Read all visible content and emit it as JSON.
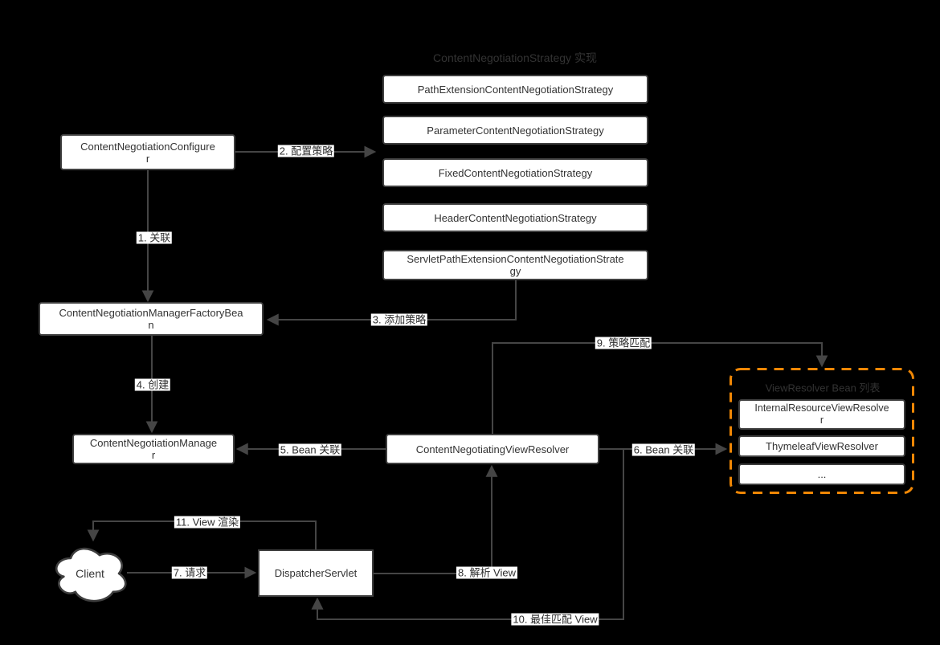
{
  "colors": {
    "background": "#000000",
    "stroke": "#454545",
    "box_border": "#3f3f3f",
    "box_fill": "#ffffff",
    "box_text": "#333333",
    "label_bg": "#ffffff",
    "label_text": "#2e2e2e",
    "group_title": "#333333",
    "orange": "#f08705"
  },
  "strategy_group": {
    "title": "ContentNegotiationStrategy 实现",
    "items": [
      "PathExtensionContentNegotiationStrategy",
      "ParameterContentNegotiationStrategy",
      "FixedContentNegotiationStrategy",
      "HeaderContentNegotiationStrategy",
      "ServletPathExtensionContentNegotiationStrate\ngy"
    ]
  },
  "nodes": {
    "configurer": "ContentNegotiationConfigure\nr",
    "factory_bean": "ContentNegotiationManagerFactoryBea\nn",
    "manager": "ContentNegotiationManage\nr",
    "negotiating_view_resolver": "ContentNegotiatingViewResolver",
    "dispatcher_servlet": "DispatcherServlet",
    "client": "Client"
  },
  "viewresolver_group": {
    "title": "ViewResolver Bean 列表",
    "items": [
      "InternalResourceViewResolve\nr",
      "ThymeleafViewResolver",
      "..."
    ]
  },
  "edge_labels": {
    "e1": "1. 关联",
    "e2": "2. 配置策略",
    "e3": "3. 添加策略",
    "e4": "4. 创建",
    "e5": "5. Bean 关联",
    "e6": "6. Bean 关联",
    "e7": "7. 请求",
    "e8": "8. 解析 View",
    "e9": "9. 策略匹配",
    "e10": "10. 最佳匹配 View",
    "e11": "11. View 渲染"
  }
}
